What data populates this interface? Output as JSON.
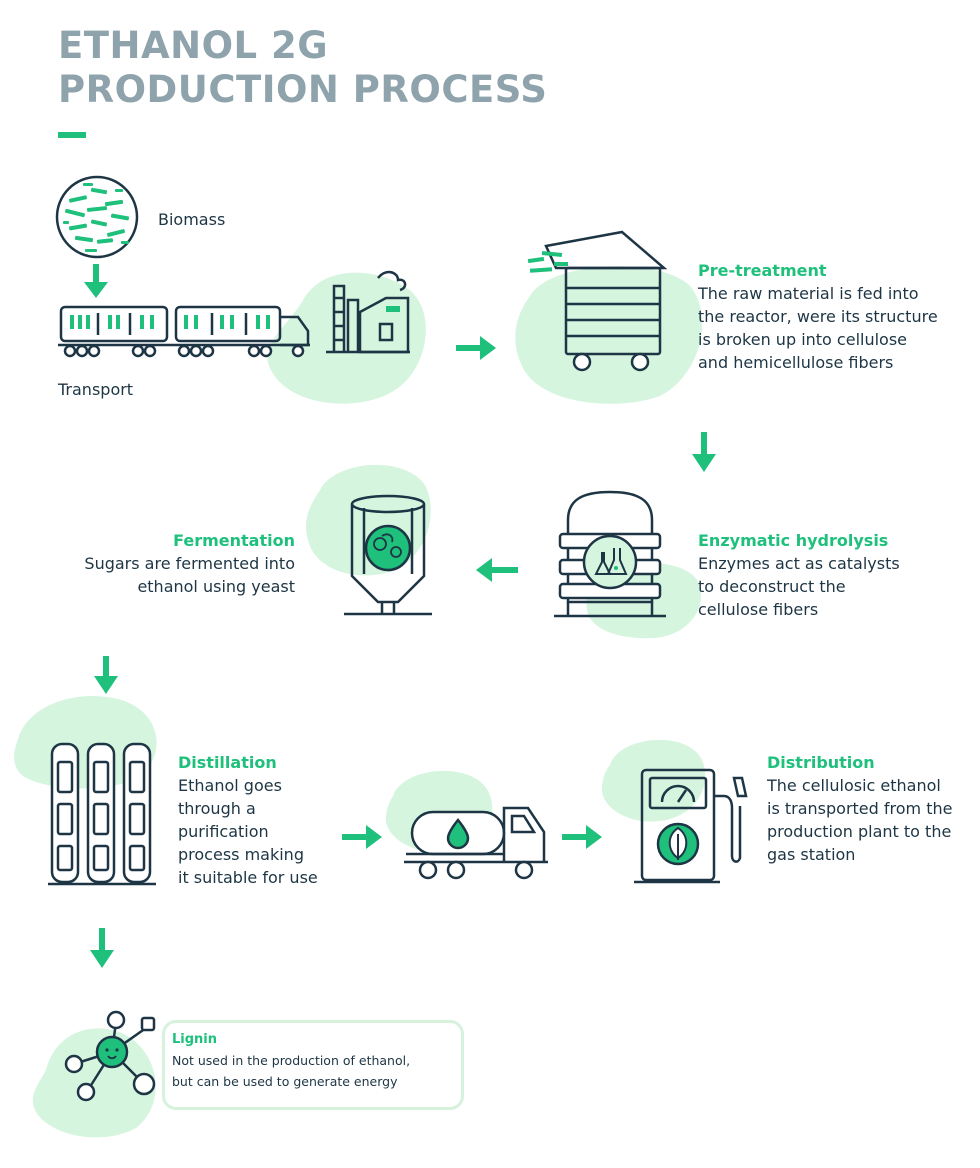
{
  "title": {
    "line1": "ETHANOL 2G",
    "line2": "PRODUCTION PROCESS"
  },
  "colors": {
    "accent": "#1ec07c",
    "ink": "#1d3544",
    "title_grey": "#8ea3ac",
    "blob": "#d6f5df"
  },
  "labels": {
    "biomass": "Biomass",
    "transport": "Transport"
  },
  "steps": {
    "pretreatment": {
      "heading": "Pre-treatment",
      "lines": [
        "The raw material is fed into",
        "the reactor, were its structure",
        "is broken up into cellulose",
        "and hemicellulose fibers"
      ]
    },
    "hydrolysis": {
      "heading": "Enzymatic hydrolysis",
      "lines": [
        "Enzymes act as catalysts",
        "to deconstruct the",
        "cellulose fibers"
      ]
    },
    "fermentation": {
      "heading": "Fermentation",
      "lines": [
        "Sugars are fermented into",
        "ethanol using yeast"
      ]
    },
    "distillation": {
      "heading": "Distillation",
      "lines": [
        "Ethanol goes",
        "through a",
        "purification",
        "process making",
        "it suitable for use"
      ]
    },
    "distribution": {
      "heading": "Distribution",
      "lines": [
        "The cellulosic ethanol",
        "is transported from the",
        "production plant to the",
        "gas station"
      ]
    },
    "lignin": {
      "heading": "Lignin",
      "lines": [
        "Not used in the production of ethanol,",
        "but can be used to generate energy"
      ]
    }
  },
  "icons": [
    "biomass-circle-icon",
    "train-icon",
    "factory-icon",
    "reactor-icon",
    "hydrolysis-tank-icon",
    "fermentation-tank-icon",
    "distillation-columns-icon",
    "tanker-truck-icon",
    "fuel-pump-icon",
    "lignin-molecule-icon",
    "arrow-icon"
  ]
}
